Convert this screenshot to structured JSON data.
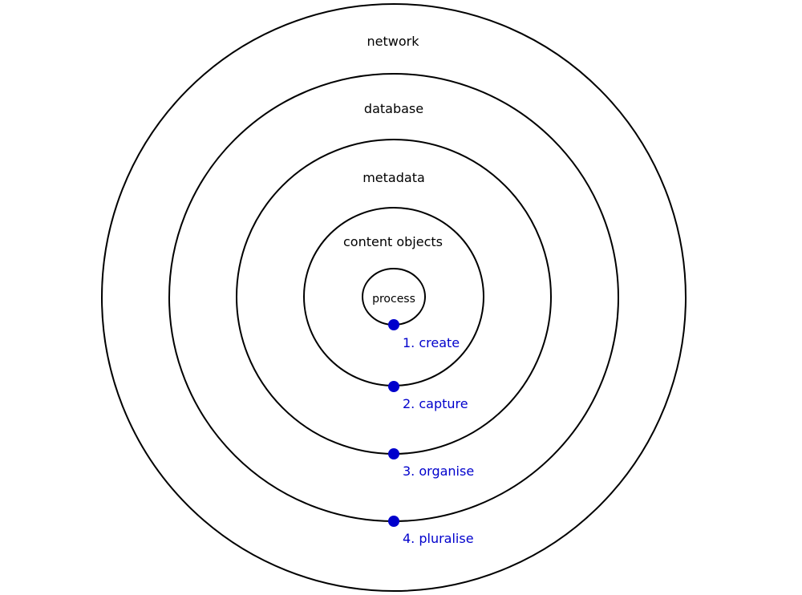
{
  "diagram": {
    "rings": [
      {
        "label": "process"
      },
      {
        "label": "content objects"
      },
      {
        "label": "metadata"
      },
      {
        "label": "database"
      },
      {
        "label": "network"
      }
    ],
    "stages": [
      {
        "label": "1. create"
      },
      {
        "label": "2. capture"
      },
      {
        "label": "3. organise"
      },
      {
        "label": "4. pluralise"
      }
    ],
    "colors": {
      "ring_stroke": "#000000",
      "stage_marker": "#0000cc",
      "stage_text": "#0000cc"
    }
  }
}
